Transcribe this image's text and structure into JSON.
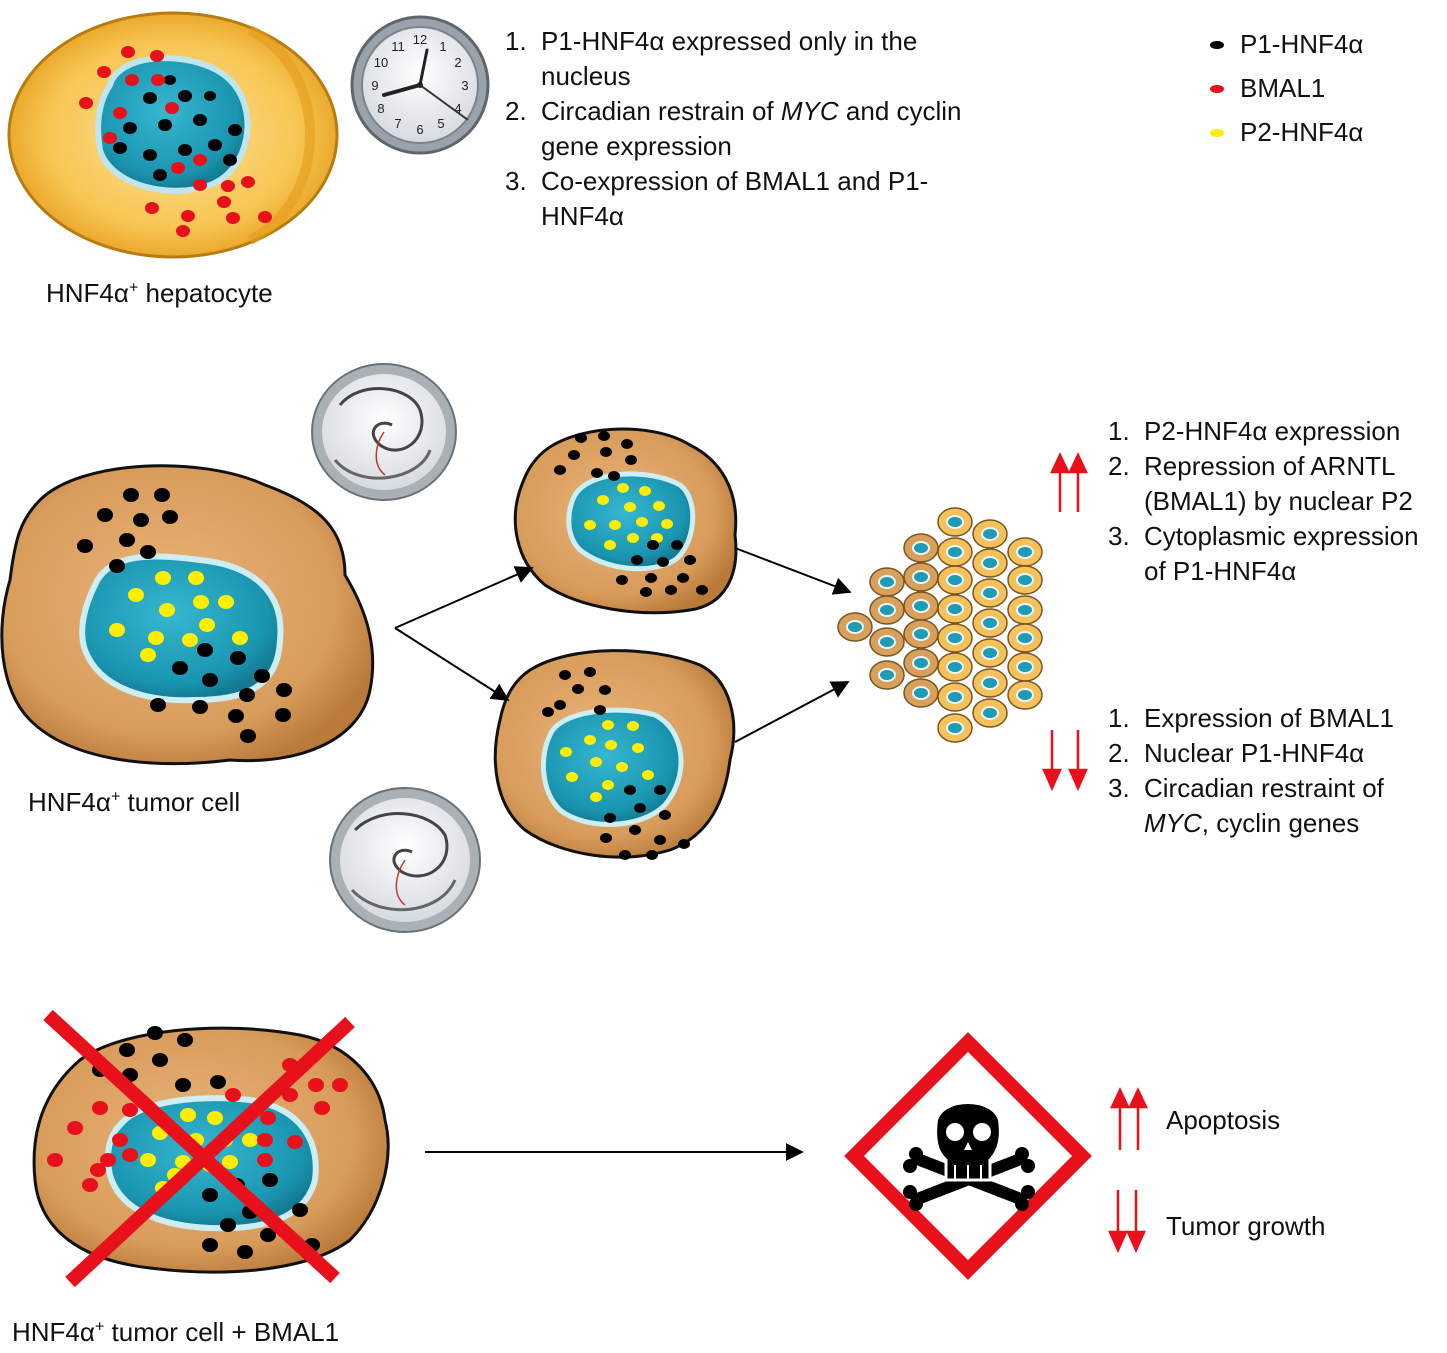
{
  "legend": [
    {
      "label": "P1-HNF4α",
      "color": "#000000"
    },
    {
      "label": "BMAL1",
      "color": "#e8101b"
    },
    {
      "label": "P2-HNF4α",
      "color": "#ffee00"
    }
  ],
  "hepatocyte": {
    "caption_main": "HNF4α",
    "caption_sup": "+",
    "caption_rest": " hepatocyte",
    "items": [
      {
        "num": "1.",
        "lines": [
          "P1-HNF4α expressed only in the",
          "nucleus"
        ]
      },
      {
        "num": "2.",
        "lines_rich": [
          [
            {
              "t": "Circadian restrain of "
            },
            {
              "t": "MYC",
              "i": true
            },
            {
              "t": " and cyclin"
            }
          ],
          [
            {
              "t": "gene expression"
            }
          ]
        ]
      },
      {
        "num": "3.",
        "lines": [
          "Co-expression of BMAL1 and P1-",
          "HNF4α"
        ]
      }
    ]
  },
  "tumor": {
    "caption_main": "HNF4α",
    "caption_sup": "+",
    "caption_rest": " tumor cell",
    "up_items": [
      {
        "num": "1.",
        "lines": [
          "P2-HNF4α expression"
        ]
      },
      {
        "num": "2.",
        "lines": [
          "Repression of ARNTL",
          "(BMAL1) by nuclear P2"
        ]
      },
      {
        "num": "3.",
        "lines": [
          "Cytoplasmic expression",
          "of P1-HNF4α"
        ]
      }
    ],
    "down_items": [
      {
        "num": "1.",
        "lines_rich": [
          [
            {
              "t": "Expression of BMAL1"
            }
          ]
        ]
      },
      {
        "num": "2.",
        "lines_rich": [
          [
            {
              "t": "Nuclear P1-HNF4α"
            }
          ]
        ]
      },
      {
        "num": "3.",
        "lines_rich": [
          [
            {
              "t": "Circadian restraint of"
            }
          ],
          [
            {
              "t": "MYC",
              "i": true
            },
            {
              "t": ", cyclin genes"
            }
          ]
        ]
      }
    ]
  },
  "treated": {
    "caption_main": "HNF4α",
    "caption_sup": "+",
    "caption_rest": " tumor cell + BMAL1",
    "effect_up": "Apoptosis",
    "effect_down": "Tumor growth"
  },
  "colors": {
    "cytoplasm_healthy": "#f5b935",
    "cytoplasm_tumor": "#d9a05b",
    "nucleus": "#1f9bb5",
    "arrow_red": "#e8101b"
  }
}
